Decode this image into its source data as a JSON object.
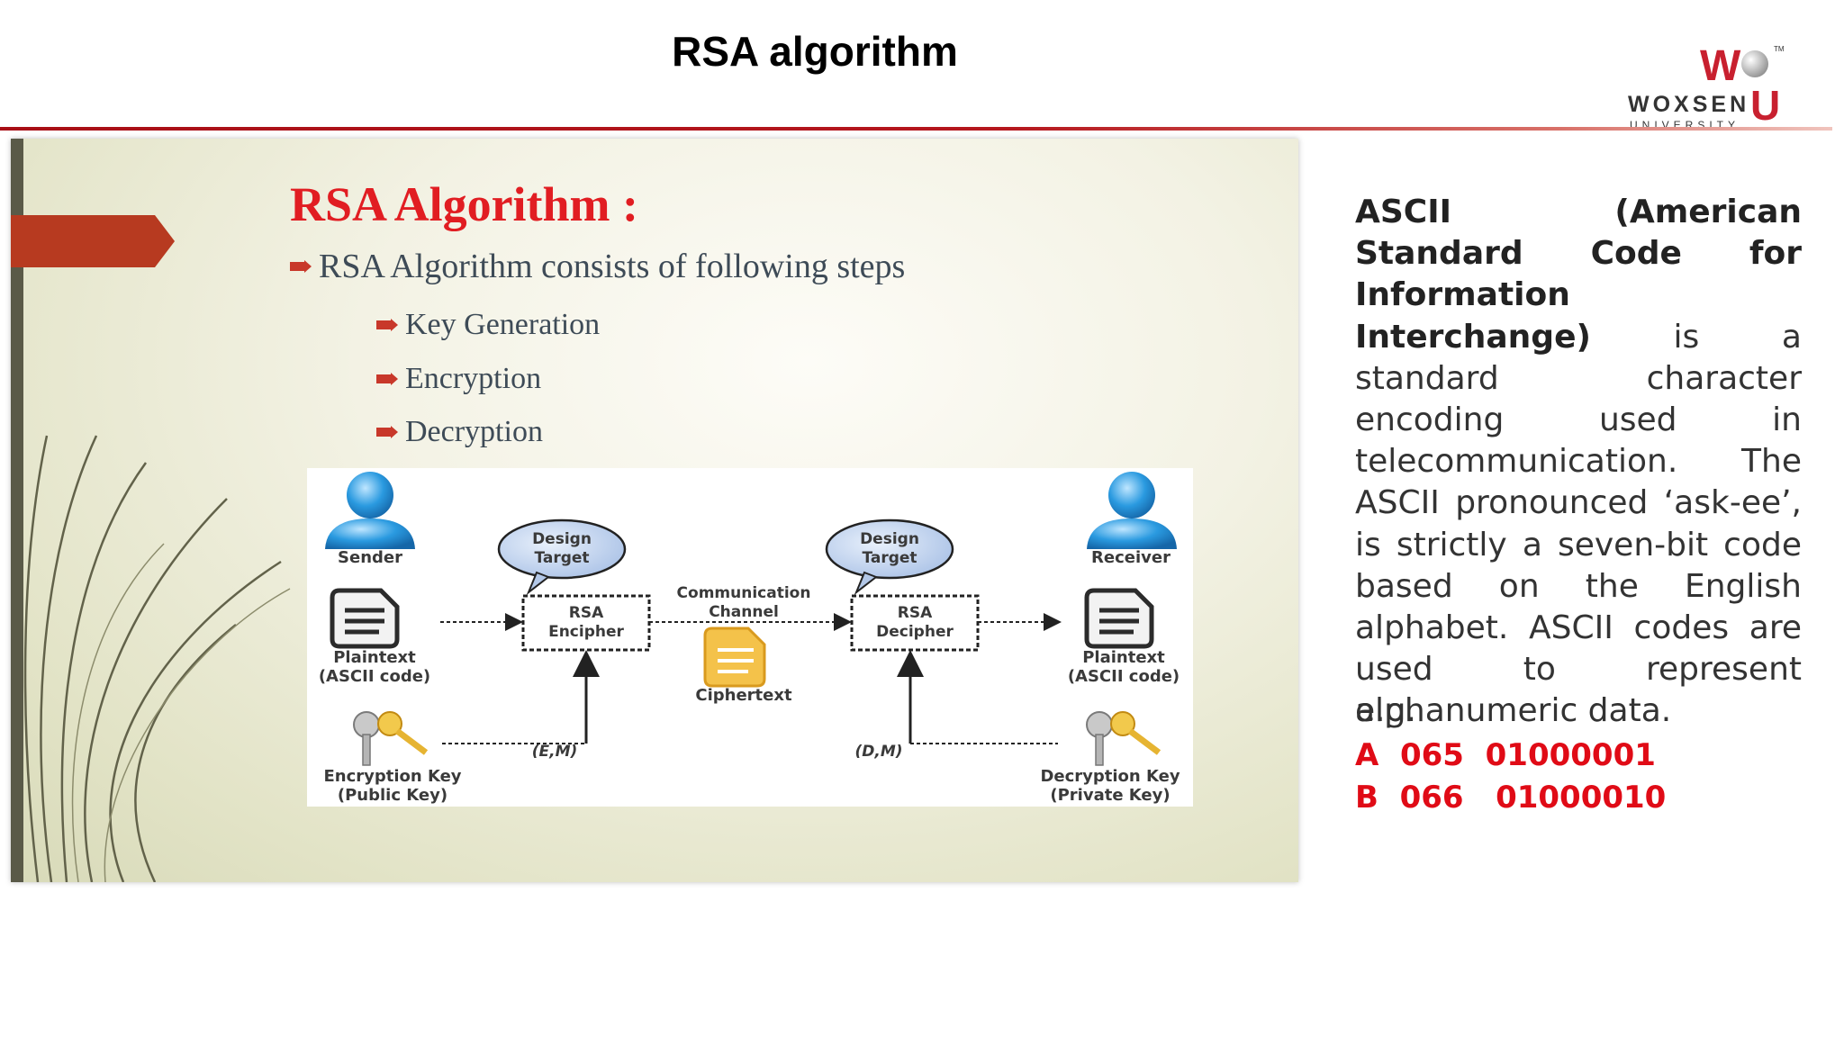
{
  "slide": {
    "title": "RSA algorithm"
  },
  "logo": {
    "w_letter": "W",
    "tm": "TM",
    "name": "WOXSEN",
    "u_letter": "U",
    "subtitle": "UNIVERSITY"
  },
  "inner_slide": {
    "heading": "RSA Algorithm :",
    "bullet_main": "RSA Algorithm consists of following steps",
    "steps": [
      "Key Generation",
      "Encryption",
      "Decryption"
    ]
  },
  "diagram": {
    "sender": "Sender",
    "receiver": "Receiver",
    "design_target_left": "Design Target",
    "design_target_right": "Design Target",
    "rsa_encipher": "RSA Encipher",
    "rsa_decipher": "RSA Decipher",
    "comm_channel": "Communication Channel",
    "ciphertext": "Ciphertext",
    "plaintext_left": "Plaintext (ASCII code)",
    "plaintext_right": "Plaintext (ASCII code)",
    "enc_key": "Encryption Key (Public Key)",
    "dec_key": "Decryption Key (Private Key)",
    "em": "(E,M)",
    "dm": "(D,M)"
  },
  "side": {
    "bold_lead": "ASCII (American Standard Code for Information Interchange)",
    "text": " is a standard character encoding used in telecommunication. The ASCII pronounced ‘ask-ee’, is strictly a seven-bit code based on the English alphabet. ASCII codes are used to represent alphanumeric data.",
    "eg": "e.g.",
    "codes": [
      "A  065  01000001",
      "B  066   01000010"
    ]
  },
  "colors": {
    "accent_red": "#c8202f",
    "code_red": "#e00b16",
    "rule_red": "#a80f16"
  }
}
